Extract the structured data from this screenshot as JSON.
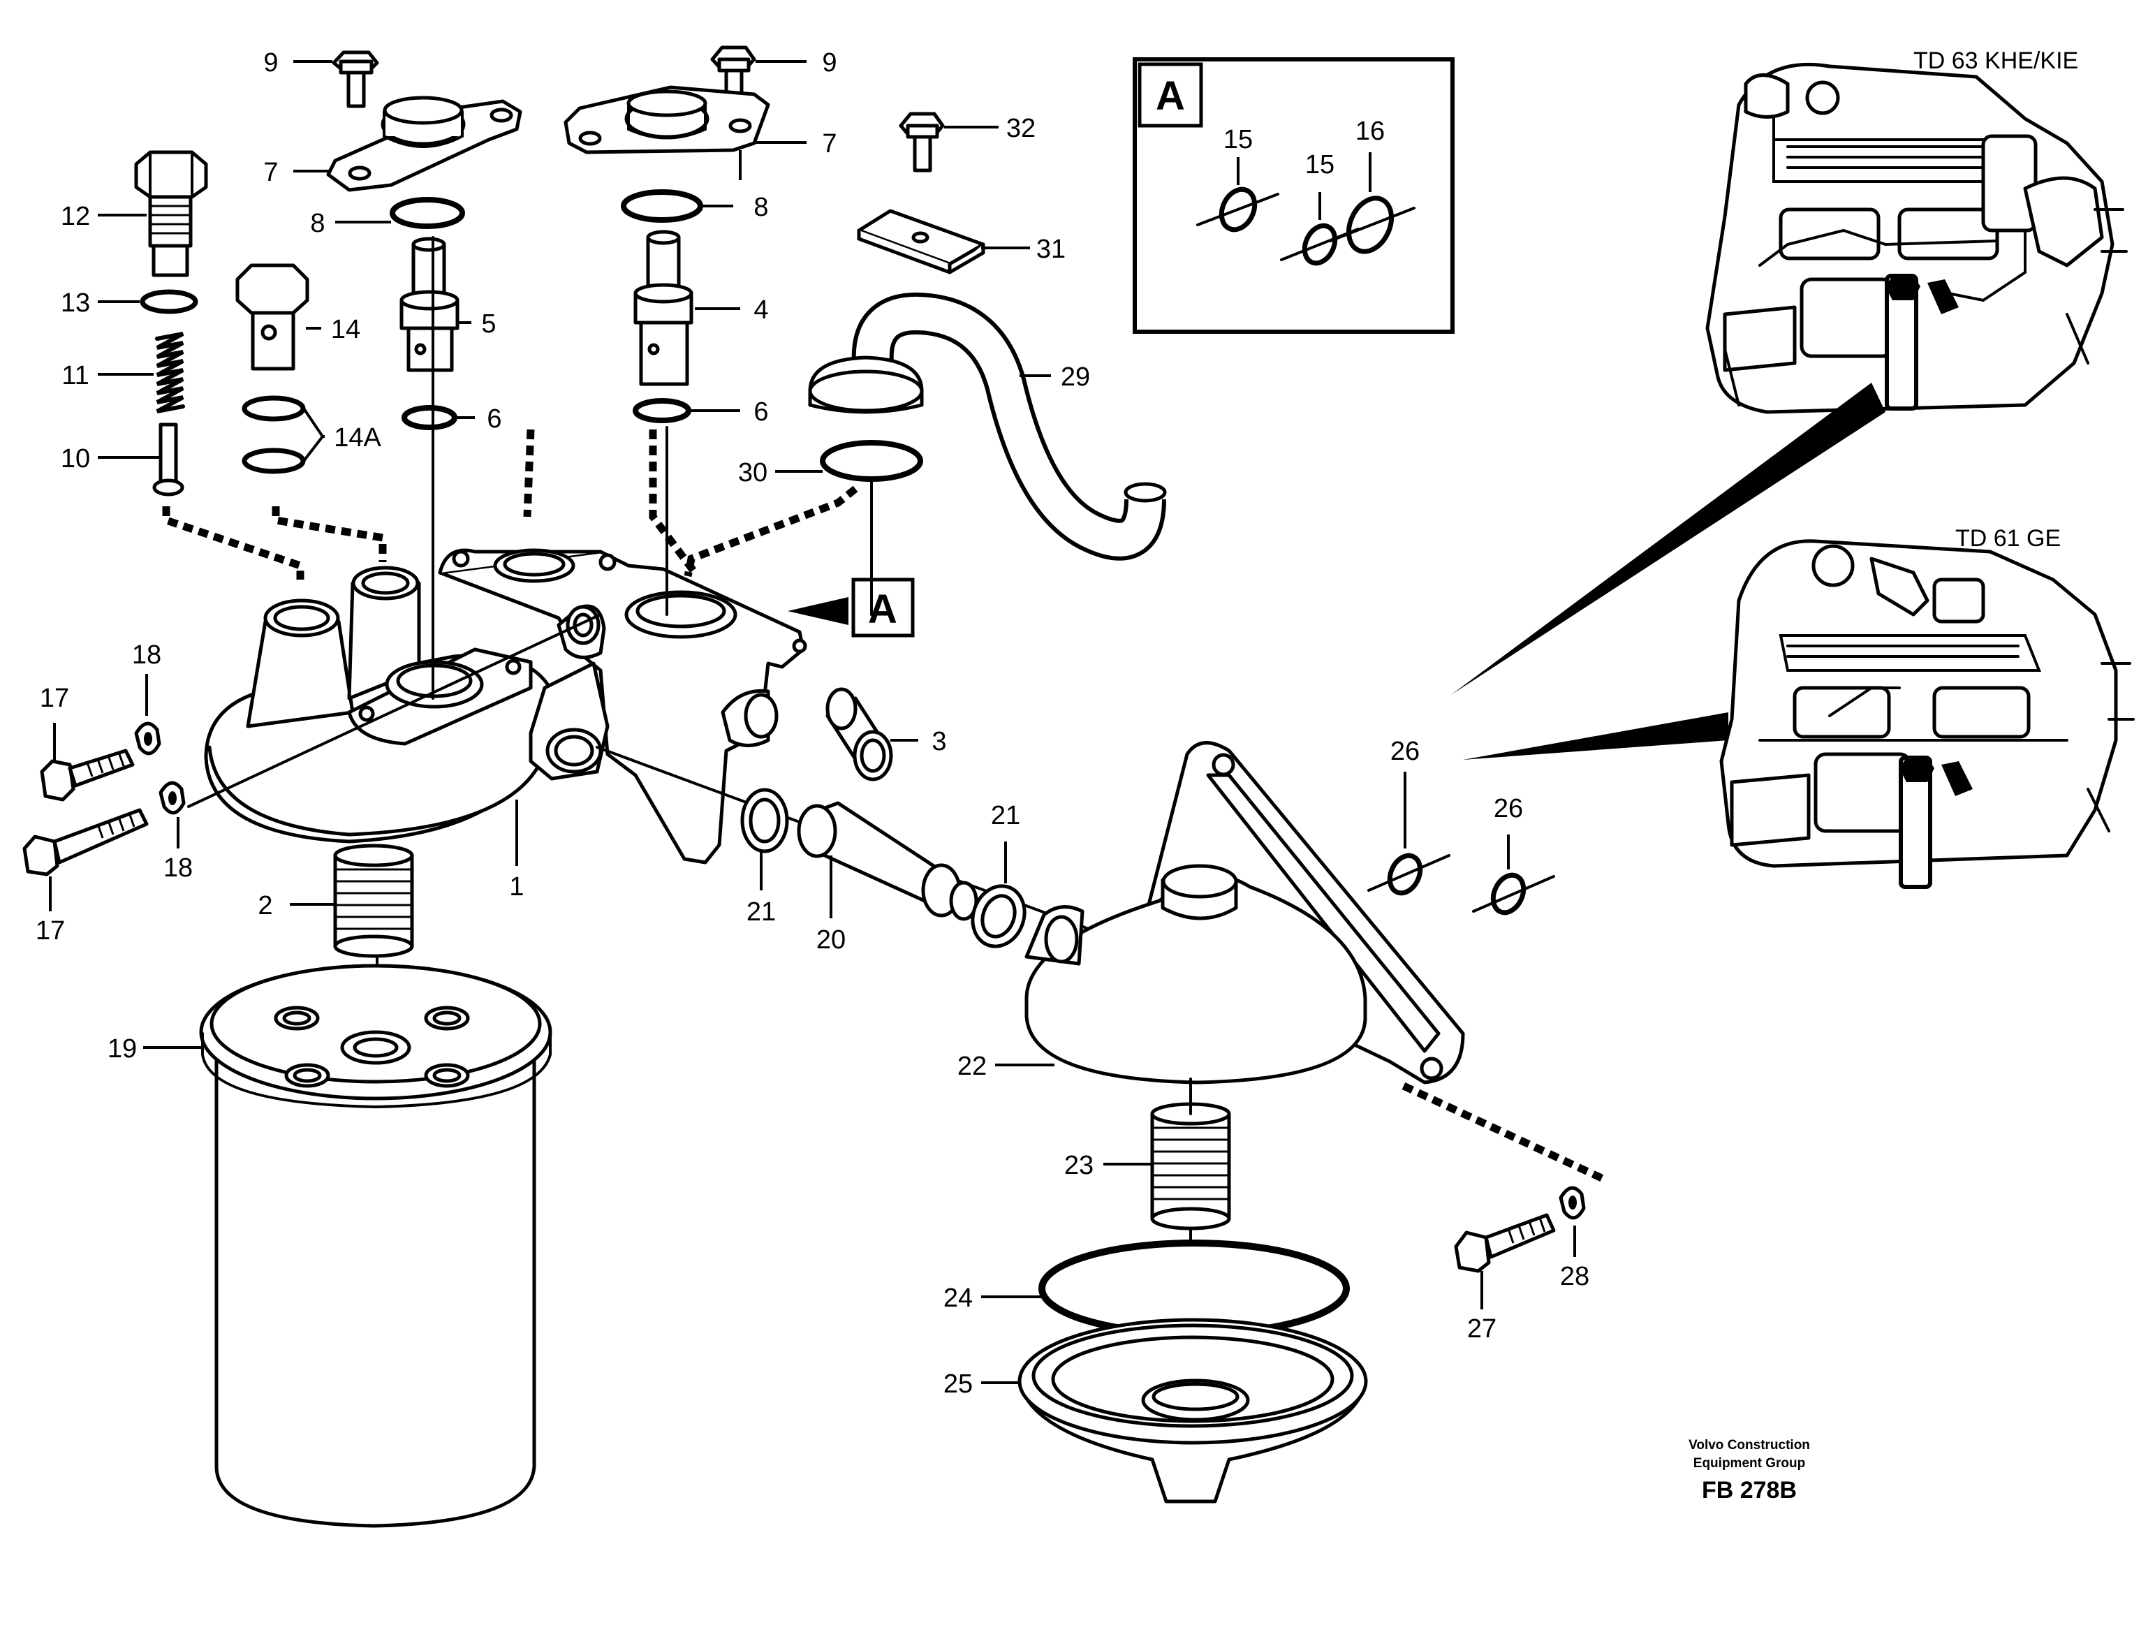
{
  "detail_label": "A",
  "engines": {
    "top_title": "TD 63 KHE/KIE",
    "bottom_title": "TD 61 GE"
  },
  "footer": {
    "company_line1": "Volvo Construction",
    "company_line2": "Equipment Group",
    "figure_ref": "FB 278B"
  },
  "callouts": {
    "c9a": "9",
    "c9b": "9",
    "c7a": "7",
    "c7b": "7",
    "c8a": "8",
    "c8b": "8",
    "c12": "12",
    "c13": "13",
    "c11": "11",
    "c10": "10",
    "c14": "14",
    "c14a": "14A",
    "c5": "5",
    "c4": "4",
    "c6a": "6",
    "c6b": "6",
    "c32": "32",
    "c31": "31",
    "c29": "29",
    "c30": "30",
    "c15a": "15",
    "c15b": "15",
    "c16": "16",
    "c3": "3",
    "c17a": "17",
    "c17b": "17",
    "c18a": "18",
    "c18b": "18",
    "c1": "1",
    "c2": "2",
    "c21a": "21",
    "c21b": "21",
    "c20": "20",
    "c26a": "26",
    "c26b": "26",
    "c22": "22",
    "c19": "19",
    "c23": "23",
    "c24": "24",
    "c25": "25",
    "c27": "27",
    "c28": "28"
  }
}
